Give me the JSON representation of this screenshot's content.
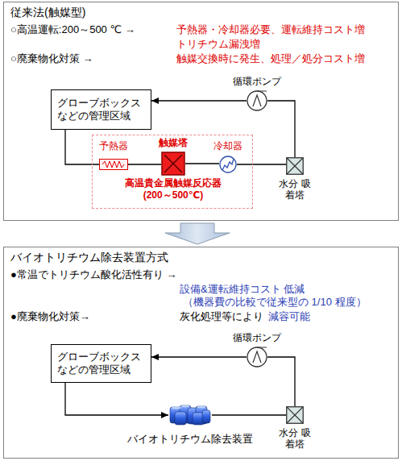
{
  "diagram": {
    "nodes": [
      {
        "text": [
          "従来法(触媒型)"
        ]
      },
      {
        "text": [
          "グローブボックス などの管理区域"
        ],
        "in": 0
      },
      {
        "text": [
          "循環ポンプ"
        ],
        "in": 0
      },
      {
        "text": [
          "高温貴金属触媒反応器 (200～500℃)"
        ],
        "in": 0
      },
      {
        "text": [
          "予熱器"
        ],
        "in": 3
      },
      {
        "text": [
          "触媒塔"
        ],
        "in": 3
      },
      {
        "text": [
          "冷却器"
        ],
        "in": 3
      },
      {
        "text": [
          "水分 吸着塔"
        ],
        "in": 0
      },
      {
        "text": [
          "バイオトリチウム除去装置方式"
        ]
      },
      {
        "text": [
          "グローブボックス などの管理区域"
        ],
        "in": 8
      },
      {
        "text": [
          "循環ポンプ"
        ],
        "in": 8
      },
      {
        "text": [
          "バイオトリチウム除去装置"
        ],
        "in": 8
      },
      {
        "text": [
          "水分 吸着塔"
        ],
        "in": 8
      }
    ],
    "edges": [
      {
        "from": 1,
        "to": 4,
        "arrow": "none"
      },
      {
        "from": 4,
        "to": 5,
        "arrow": "none"
      },
      {
        "from": 5,
        "to": 6,
        "arrow": "none"
      },
      {
        "from": 6,
        "to": 7,
        "arrow": "none"
      },
      {
        "from": 7,
        "to": 2,
        "arrow": "none"
      },
      {
        "from": 2,
        "to": 1,
        "arrow": "to"
      },
      {
        "from": 9,
        "to": 11,
        "arrow": "to"
      },
      {
        "from": 11,
        "to": 12,
        "arrow": "none"
      },
      {
        "from": 12,
        "to": 10,
        "arrow": "none"
      },
      {
        "from": 10,
        "to": 9,
        "arrow": "to"
      }
    ],
    "labels": [
      "○高温運転:200～500 ℃ →",
      "予熱器・冷却器必要、運転維持コスト増",
      "トリチウム漏洩増",
      "○廃棄物化対策 →",
      "触媒交換時に発生、処理／処分コスト増",
      "●常温でトリチウム酸化活性有り →",
      "設備&運転維持コスト 低減",
      "（機器費の比較で従来型の 1/10 程度）",
      "●廃棄物化対策→",
      "灰化処理等により",
      "減容可能"
    ]
  }
}
